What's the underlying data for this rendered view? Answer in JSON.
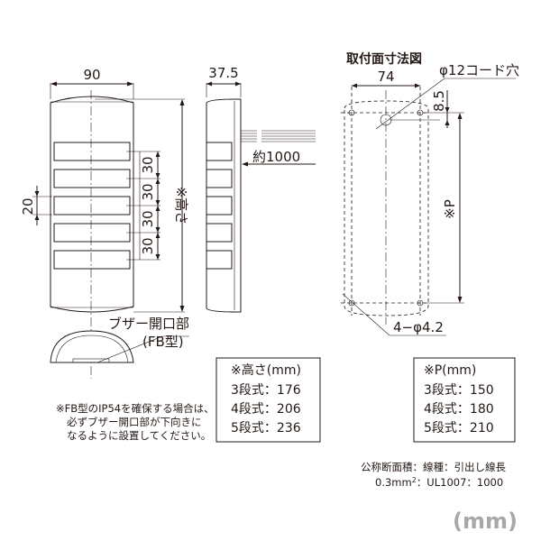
{
  "front": {
    "width_label": "90",
    "pitch_labels": [
      "30",
      "30",
      "30",
      "30"
    ],
    "lamp_height_label": "20",
    "height_label": "※高さ",
    "lamp_tiers": 5
  },
  "side": {
    "depth_label": "37.5",
    "cable_label": "約1000"
  },
  "buzzer": {
    "label": "ブザー開口部",
    "type_label": "(FB型)"
  },
  "warning_note": [
    "※FB型のIP54を確保する場合は、",
    "必ずブザー開口部が下向きに",
    "なるように設置してください。"
  ],
  "mounting": {
    "title": "取付面寸法図",
    "width_label": "74",
    "cord_hole_label": "φ12コード穴",
    "offset_label": "8.5",
    "pitch_label": "※P",
    "hole_label": "4−φ4.2"
  },
  "height_table": {
    "header": "※高さ(mm)",
    "rows": [
      "3段式：176",
      "4段式：206",
      "5段式：236"
    ]
  },
  "pitch_table": {
    "header": "※P(mm)",
    "rows": [
      "3段式：150",
      "4段式：180",
      "5段式：210"
    ]
  },
  "wire_spec": {
    "line1": "公称断面積：線種：引出し線長",
    "line2_prefix": "0.3mm",
    "line2_sup": "2",
    "line2_suffix": "：UL1007：1000"
  },
  "unit_label": "(mm)"
}
